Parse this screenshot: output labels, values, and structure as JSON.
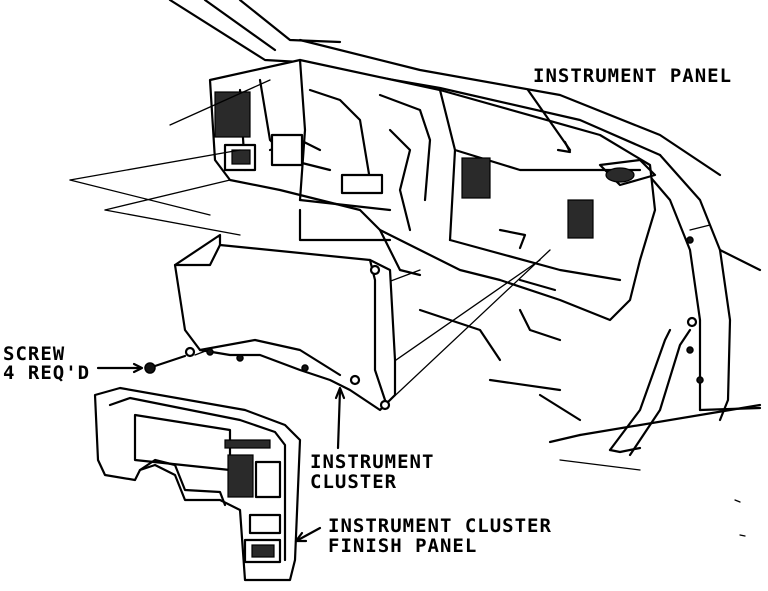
{
  "labels": {
    "instrument_panel": "INSTRUMENT PANEL",
    "screw_line1": "SCREW",
    "screw_line2": "4 REQ'D",
    "cluster_line1": "INSTRUMENT",
    "cluster_line2": "CLUSTER",
    "finish_line1": "INSTRUMENT CLUSTER",
    "finish_line2": "FINISH PANEL"
  }
}
